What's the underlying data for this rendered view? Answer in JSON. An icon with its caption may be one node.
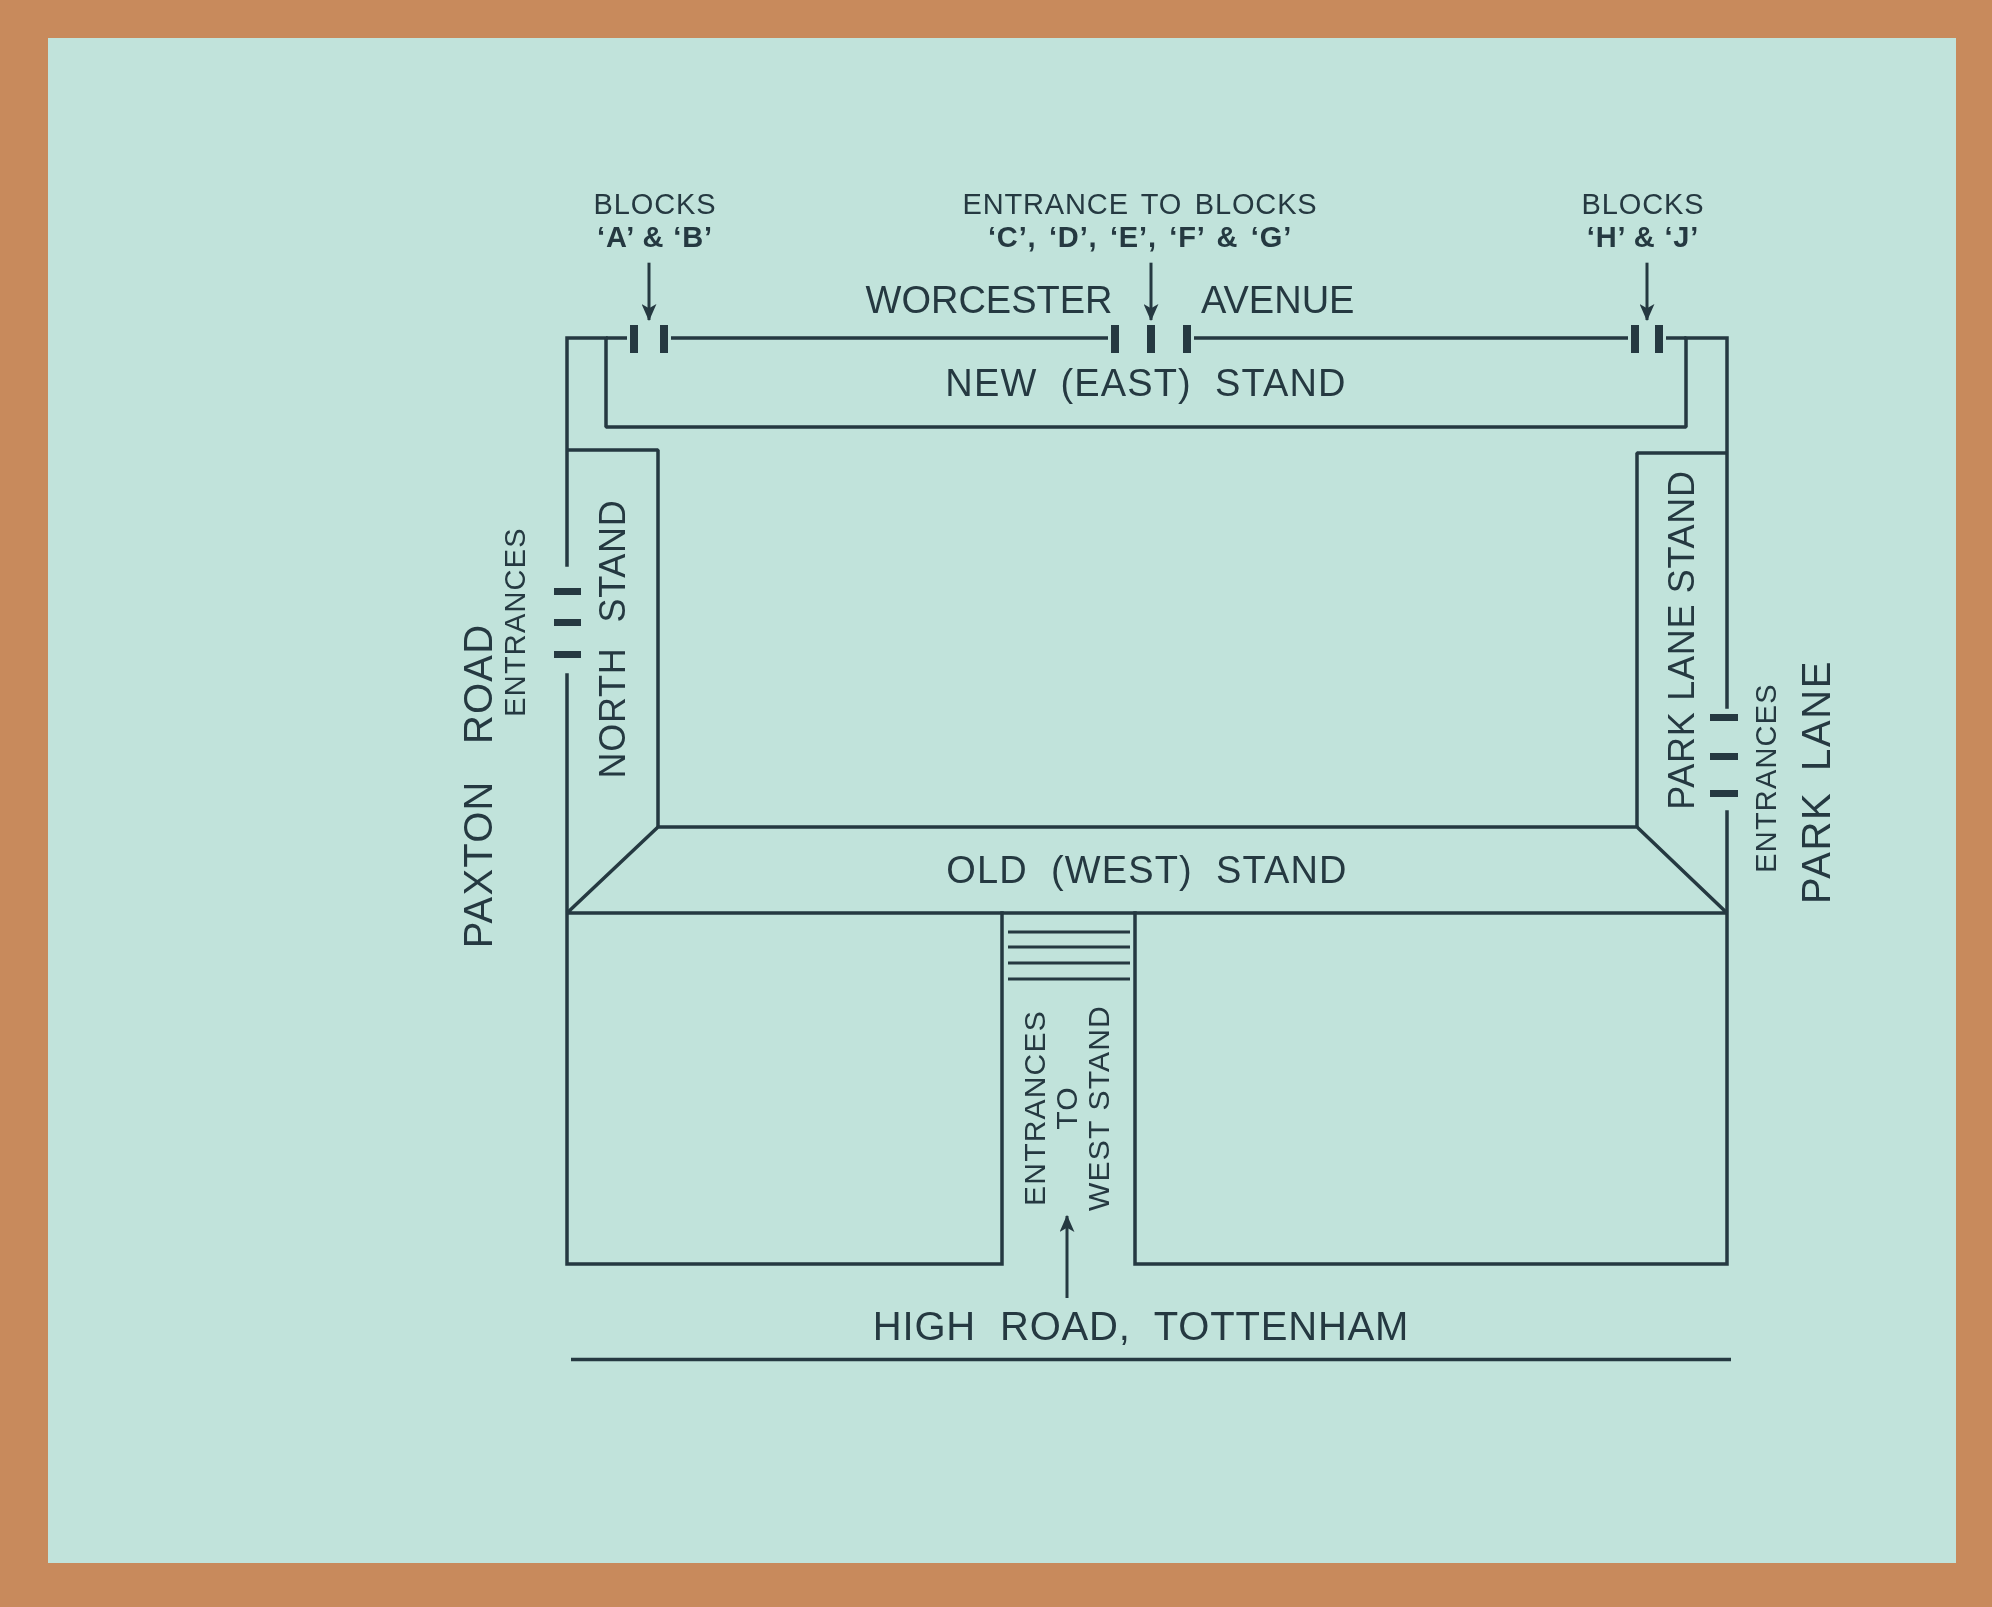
{
  "diagram": {
    "nodes": [
      {
        "text": [
          "BLOCKS **‘A’ & ‘B’**"
        ]
      },
      {
        "text": [
          "ENTRANCE TO BLOCKS **‘C’, ‘D’, ‘E’, ‘F’ & ‘G’**"
        ]
      },
      {
        "text": [
          "BLOCKS **‘H’ & ‘J’**"
        ]
      },
      {
        "text": [],
        "shape": "bar"
      },
      {
        "text": [],
        "shape": "bar"
      },
      {
        "text": [],
        "shape": "bar"
      },
      {
        "text": [
          "NEW (EAST) STAND"
        ]
      },
      {
        "text": [
          "NORTH STAND"
        ]
      },
      {
        "text": [
          "PARK LANE STAND"
        ]
      },
      {
        "text": [
          "OLD (WEST) STAND"
        ]
      },
      {
        "text": [
          "ENTRANCES TO WEST STAND"
        ]
      },
      {
        "text": [
          "HIGH ROAD, TOTTENHAM"
        ]
      }
    ],
    "edges": [
      {
        "from": 0,
        "to": 3,
        "arrow": "to"
      },
      {
        "from": 1,
        "to": 4,
        "arrow": "to"
      },
      {
        "from": 2,
        "to": 5,
        "arrow": "to"
      },
      {
        "from": 11,
        "to": 10,
        "arrow": "to"
      }
    ],
    "labels": [
      "WORCESTER AVENUE",
      "PAXTON ROAD",
      "ENTRANCES",
      "ENTRANCES",
      "PARK LANE"
    ]
  }
}
